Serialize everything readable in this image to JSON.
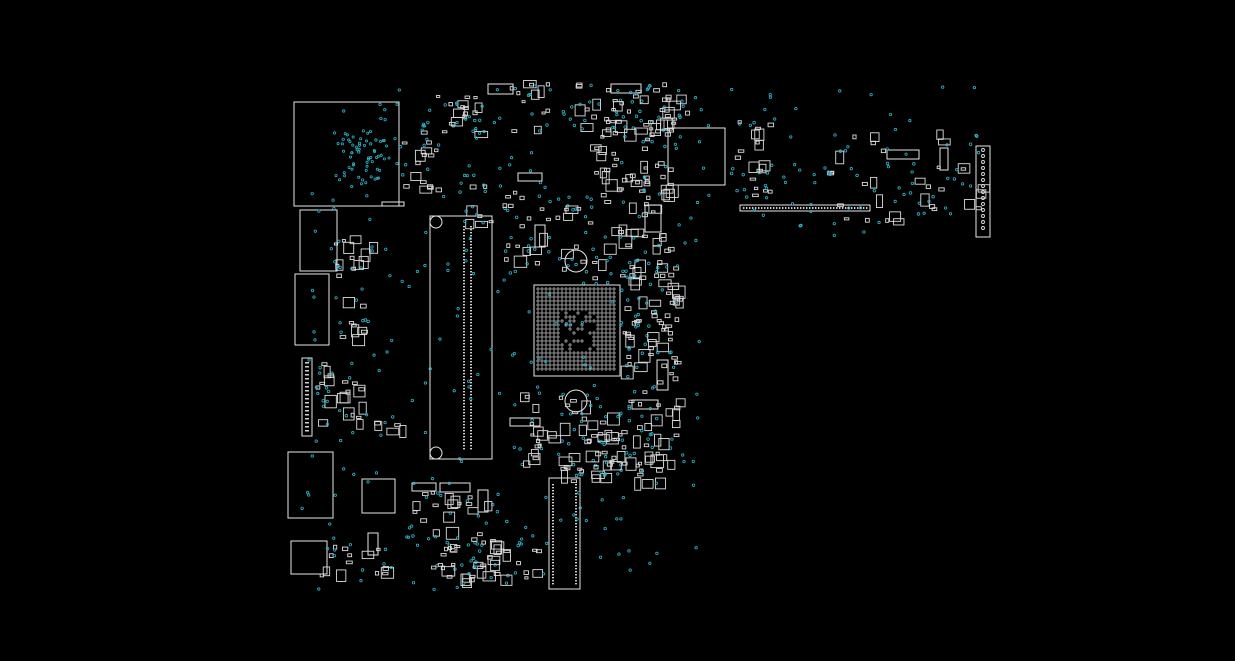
{
  "viewer": {
    "background_color": "#000000",
    "outline_color": "#e6e6e6",
    "via_color": "#2fb3c9",
    "component_color": "#dcdcdc"
  },
  "board": {
    "components": [
      {
        "kind": "shield",
        "name": "shield-top-left"
      },
      {
        "kind": "connector",
        "name": "connector-left-1"
      },
      {
        "kind": "connector",
        "name": "connector-left-2"
      },
      {
        "kind": "connector",
        "name": "connector-left-strip"
      },
      {
        "kind": "connector",
        "name": "connector-left-3"
      },
      {
        "kind": "connector",
        "name": "connector-left-4"
      },
      {
        "kind": "ic",
        "name": "ic-small-square"
      },
      {
        "kind": "ddr-slot",
        "name": "ram-slot"
      },
      {
        "kind": "bga",
        "name": "cpu-bga"
      },
      {
        "kind": "ic",
        "name": "ic-top-center"
      },
      {
        "kind": "connector",
        "name": "connector-right-long"
      },
      {
        "kind": "connector",
        "name": "connector-far-right"
      },
      {
        "kind": "slot",
        "name": "slot-bottom-center"
      }
    ]
  }
}
